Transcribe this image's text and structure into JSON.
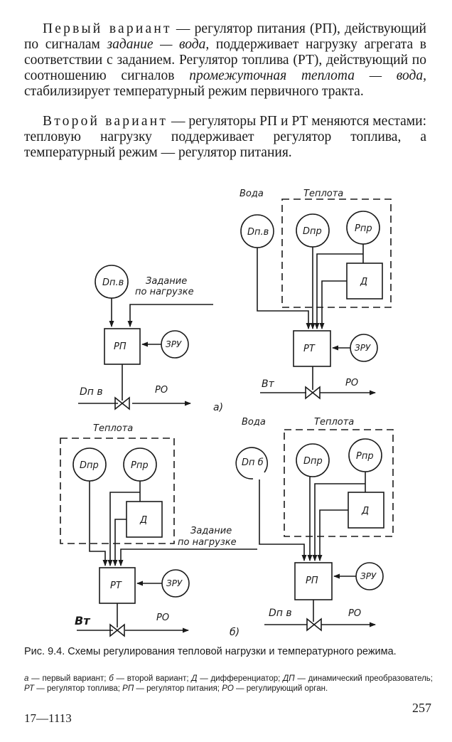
{
  "text": {
    "p1": {
      "lead": "Первый вариант",
      "t1": " — регулятор питания (РП), действующий по сигналам ",
      "i1": "задание — вода,",
      "t2": " поддерживает нагрузку агрегата в соответствии с заданием. Регулятор топлива (РТ), действующий по соотношению сигналов ",
      "i2": "промежуточная теплота — вода,",
      "t3": " стабилизирует температурный режим первичного тракта."
    },
    "p2": {
      "lead": "Второй вариант",
      "t1": " — регуляторы РП и РТ меняются местами: тепловую нагрузку поддерживает регулятор топлива, а температурный режим — регулятор питания."
    }
  },
  "figure": {
    "a": {
      "left": {
        "sensor": "Dп.в",
        "setpoint_line1": "Задание",
        "setpoint_line2": "по нагрузке",
        "regulator": "РП",
        "zru": "ЗРУ",
        "flow": "Dп в",
        "actuator": "РО"
      },
      "right": {
        "water": "Вода",
        "heat": "Теплота",
        "sensor_water": "Dп.в",
        "sensor_d": "Dпр",
        "sensor_p": "Pпр",
        "differentiator": "Д",
        "regulator": "РТ",
        "zru": "ЗРУ",
        "flow": "Вт",
        "actuator": "РО"
      },
      "label": "а)"
    },
    "b": {
      "left": {
        "heat": "Теплота",
        "sensor_d": "Dпр",
        "sensor_p": "Pпр",
        "differentiator": "Д",
        "setpoint_line1": "Задание",
        "setpoint_line2": "по нагрузке",
        "regulator": "РТ",
        "zru": "ЗРУ",
        "flow": "Вт",
        "actuator": "РО"
      },
      "right": {
        "water": "Вода",
        "heat": "Теплота",
        "sensor_water": "Dп б",
        "sensor_d": "Dпр",
        "sensor_p": "Pпр",
        "differentiator": "Д",
        "regulator": "РП",
        "zru": "ЗРУ",
        "flow": "Dп в",
        "actuator": "РО"
      },
      "label": "б)"
    }
  },
  "caption": {
    "title": "Рис. 9.4. Схемы регулирования тепловой нагрузки и температурного режима.",
    "legend": [
      {
        "k": "а",
        "v": " — первый вариант; "
      },
      {
        "k": "б",
        "v": " — второй вариант; "
      },
      {
        "k": "Д",
        "v": " — дифференциатор; "
      },
      {
        "k": "ДП",
        "v": " — динамический преобразователь; "
      },
      {
        "k": "РТ",
        "v": " — регулятор топлива; "
      },
      {
        "k": "РП",
        "v": " — регулятор питания; "
      },
      {
        "k": "РО",
        "v": " — регулирующий орган."
      }
    ]
  },
  "footer": {
    "signature": "17—1113",
    "page_number": "257"
  }
}
